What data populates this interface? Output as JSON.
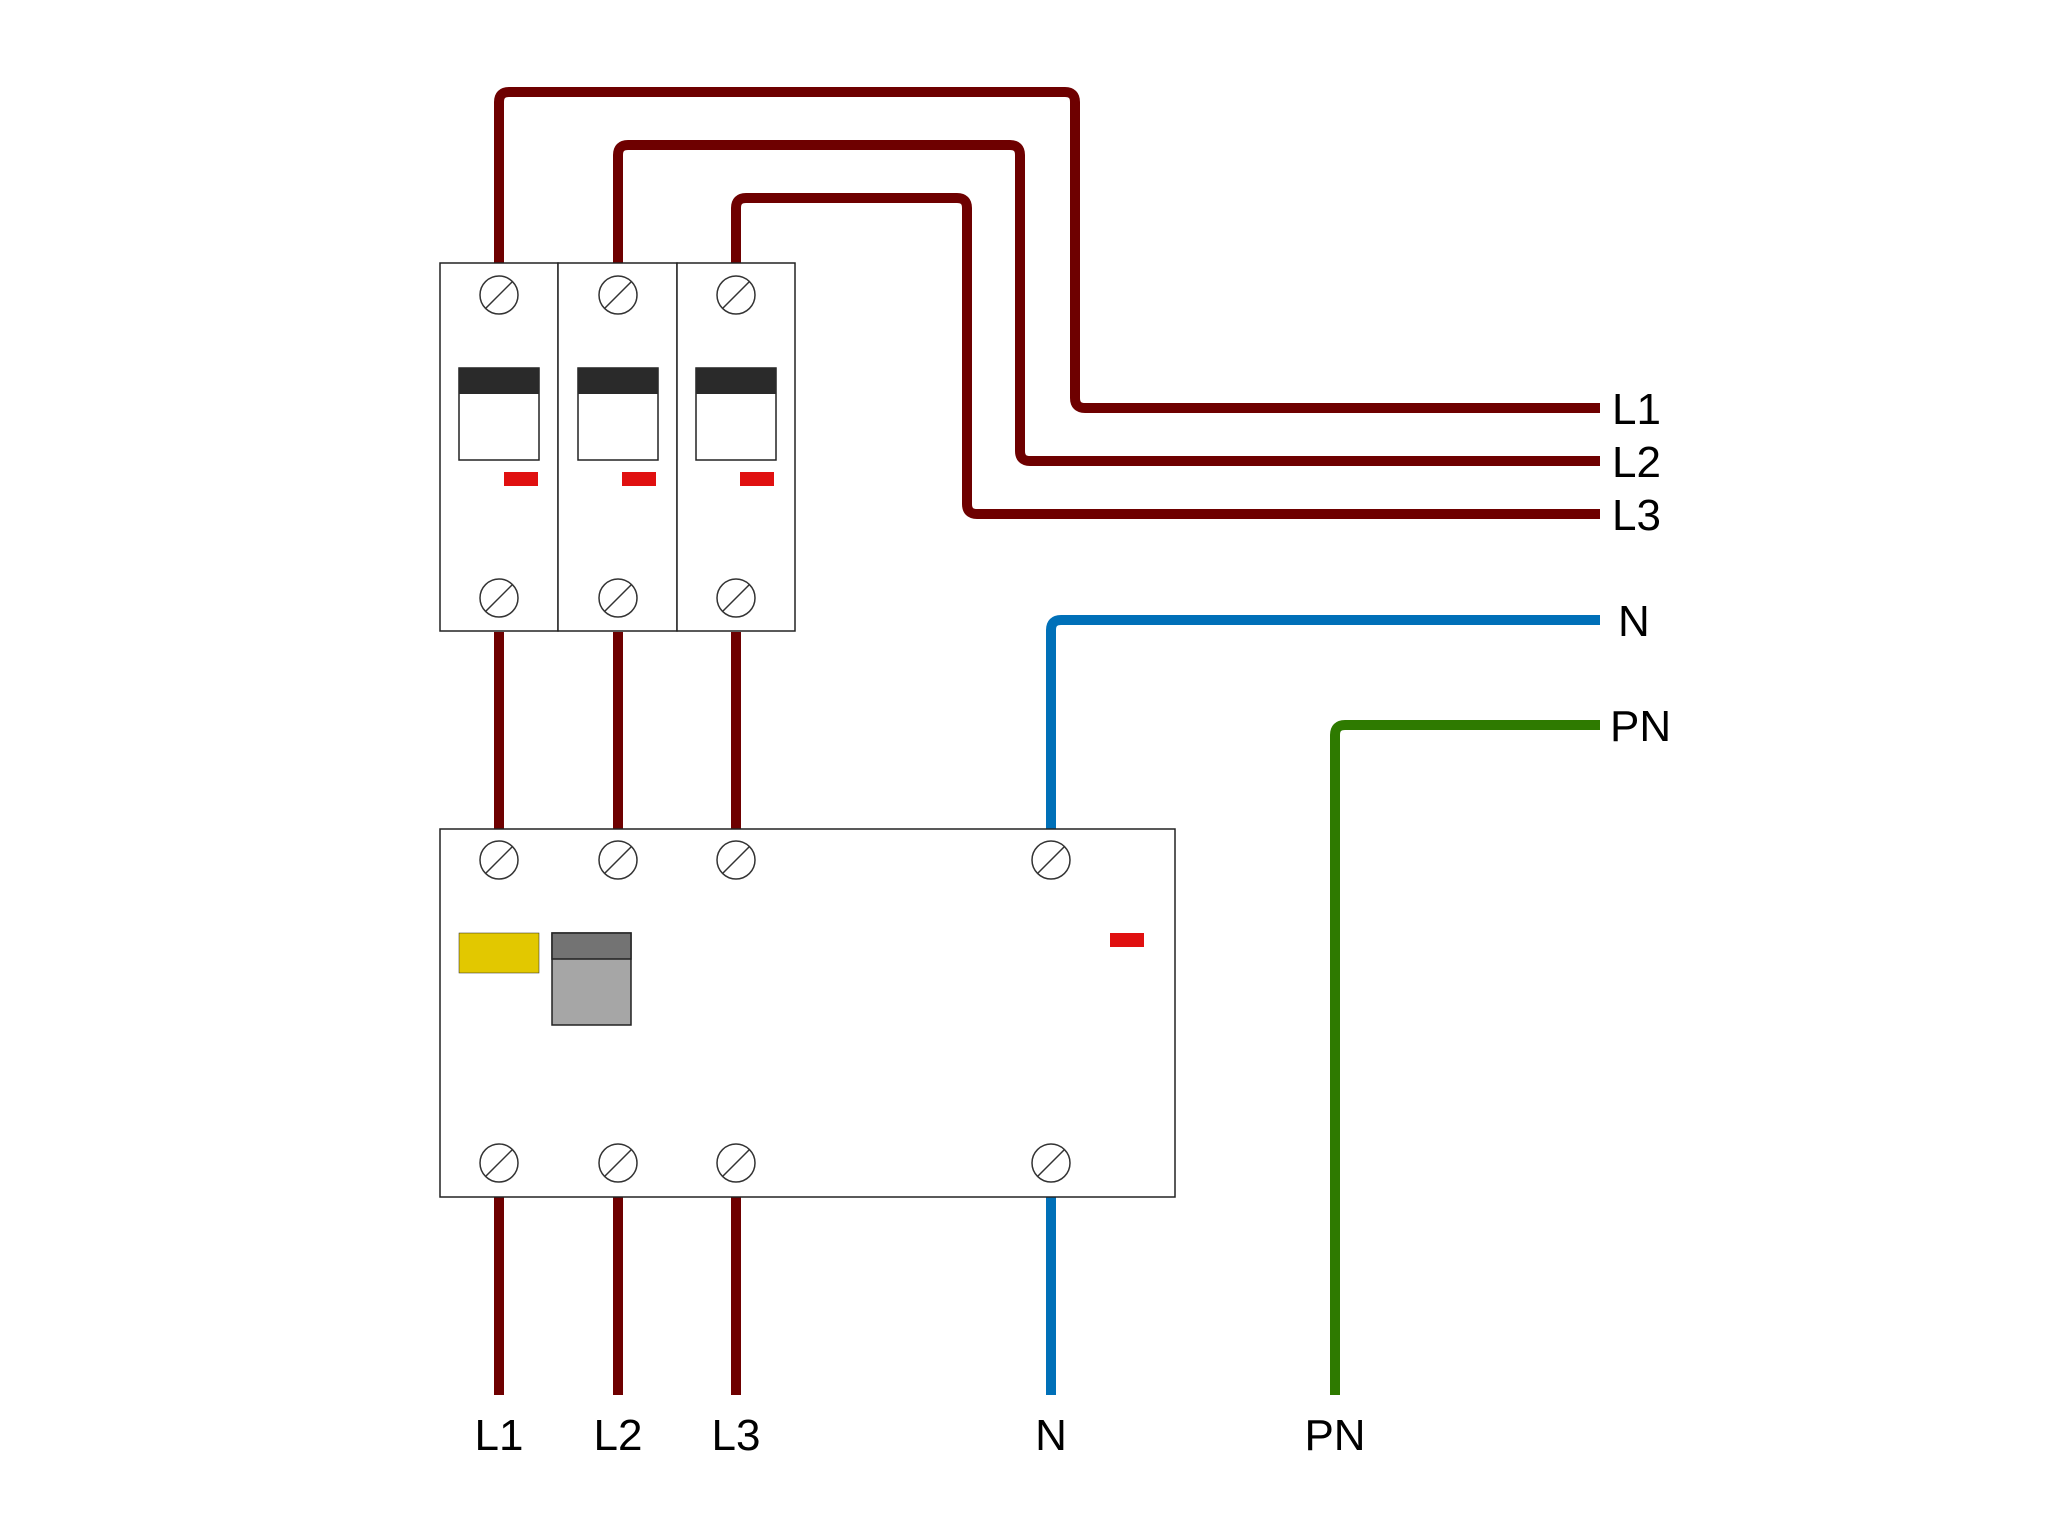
{
  "colors": {
    "phase": "#6e0000",
    "neutral": "#0070b8",
    "protective": "#2e7a00",
    "indicator_red": "#e01010",
    "rcd_yellow": "#e2c800",
    "rcd_button_dark": "#737373",
    "rcd_button_light": "#a6a6a6",
    "mcb_handle": "#2a2a2a"
  },
  "labels": {
    "right": {
      "l1": "L1",
      "l2": "L2",
      "l3": "L3",
      "n": "N",
      "pn": "PN"
    },
    "bottom": {
      "l1": "L1",
      "l2": "L2",
      "l3": "L3",
      "n": "N",
      "pn": "PN"
    }
  },
  "icons": {
    "terminal": "terminal-screw-icon",
    "indicator": "trip-indicator-icon"
  }
}
